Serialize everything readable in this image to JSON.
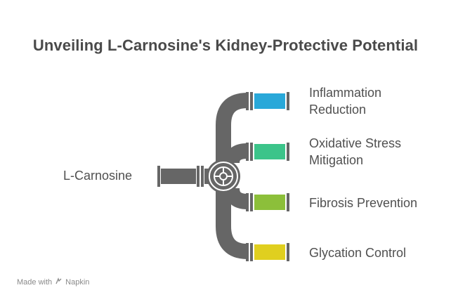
{
  "title": "Unveiling L-Carnosine's Kidney-Protective Potential",
  "source": "L-Carnosine",
  "branches": [
    {
      "lines": [
        "Inflammation",
        "Reduction"
      ],
      "color": "#29a8d9"
    },
    {
      "lines": [
        "Oxidative Stress",
        "Mitigation"
      ],
      "color": "#3cc48a"
    },
    {
      "lines": [
        "Fibrosis Prevention"
      ],
      "color": "#8cbf3a"
    },
    {
      "lines": [
        "Glycation Control"
      ],
      "color": "#e0cf1f"
    }
  ],
  "pipe_color": "#666666",
  "footer": {
    "made_with": "Made with",
    "brand": "Napkin"
  }
}
